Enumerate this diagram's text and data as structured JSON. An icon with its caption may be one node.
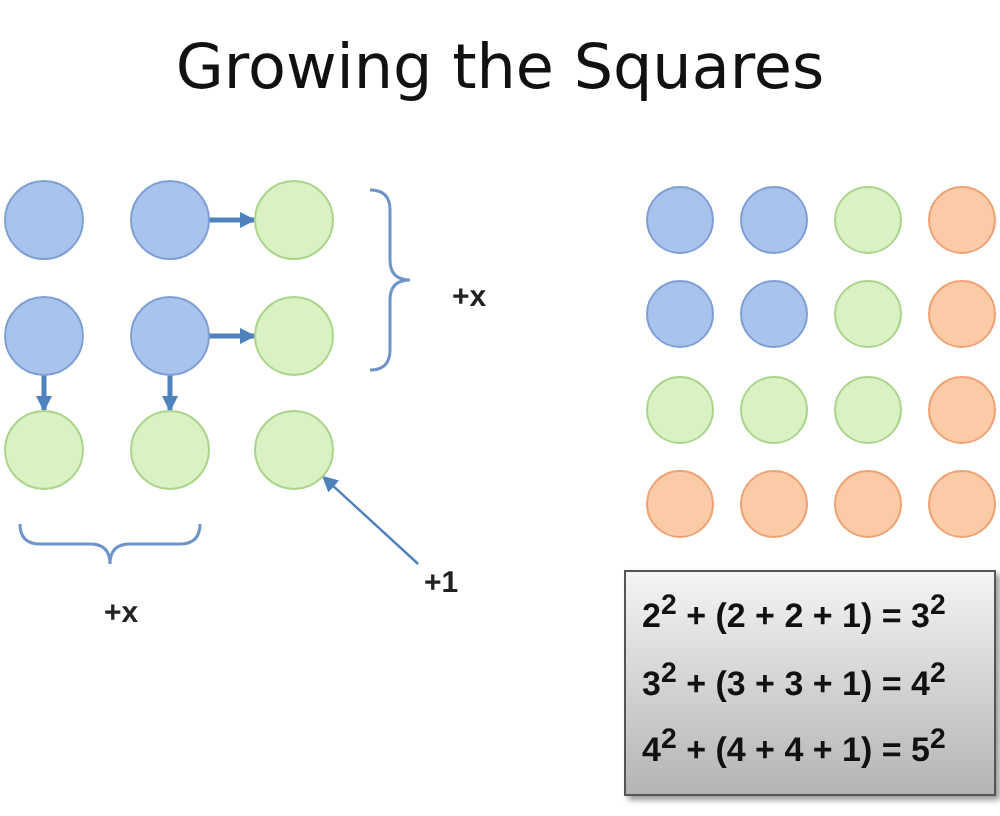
{
  "diagram": {
    "title": "Growing the Squares",
    "nodes": [
      {
        "text": [],
        "shape": "circle"
      },
      {
        "text": [],
        "shape": "circle"
      },
      {
        "text": [],
        "shape": "circle"
      },
      {
        "text": [],
        "shape": "circle"
      },
      {
        "text": [],
        "shape": "circle"
      },
      {
        "text": [],
        "shape": "circle"
      },
      {
        "text": [],
        "shape": "circle"
      },
      {
        "text": [],
        "shape": "circle"
      },
      {
        "text": [],
        "shape": "circle"
      },
      {
        "text": [],
        "shape": "circle"
      },
      {
        "text": [],
        "shape": "circle"
      },
      {
        "text": [],
        "shape": "circle"
      },
      {
        "text": [],
        "shape": "circle"
      },
      {
        "text": [],
        "shape": "circle"
      },
      {
        "text": [],
        "shape": "circle"
      },
      {
        "text": [],
        "shape": "circle"
      },
      {
        "text": [],
        "shape": "circle"
      },
      {
        "text": [],
        "shape": "circle"
      },
      {
        "text": [],
        "shape": "circle"
      },
      {
        "text": [],
        "shape": "circle"
      },
      {
        "text": [],
        "shape": "circle"
      },
      {
        "text": [],
        "shape": "circle"
      },
      {
        "text": [],
        "shape": "circle"
      },
      {
        "text": [],
        "shape": "circle"
      },
      {
        "text": [],
        "shape": "circle"
      },
      {
        "text": [
          "+1"
        ]
      },
      {
        "text": [
          "2$^{2}$ + (2 + 2 + 1) = 3$^{2}$",
          "3$^{2}$ + (3 + 3 + 1) = 4$^{2}$",
          "4$^{2}$ + (4 + 4 + 1) = 5$^{2}$"
        ]
      }
    ],
    "edges": [
      {
        "from": 1,
        "to": 2,
        "arrow": "to"
      },
      {
        "from": 4,
        "to": 5,
        "arrow": "to"
      },
      {
        "from": 3,
        "to": 6,
        "arrow": "to"
      },
      {
        "from": 4,
        "to": 7,
        "arrow": "to"
      },
      {
        "from": 25,
        "to": 8,
        "arrow": "to"
      }
    ],
    "labels": [
      "+x",
      "+x"
    ]
  }
}
